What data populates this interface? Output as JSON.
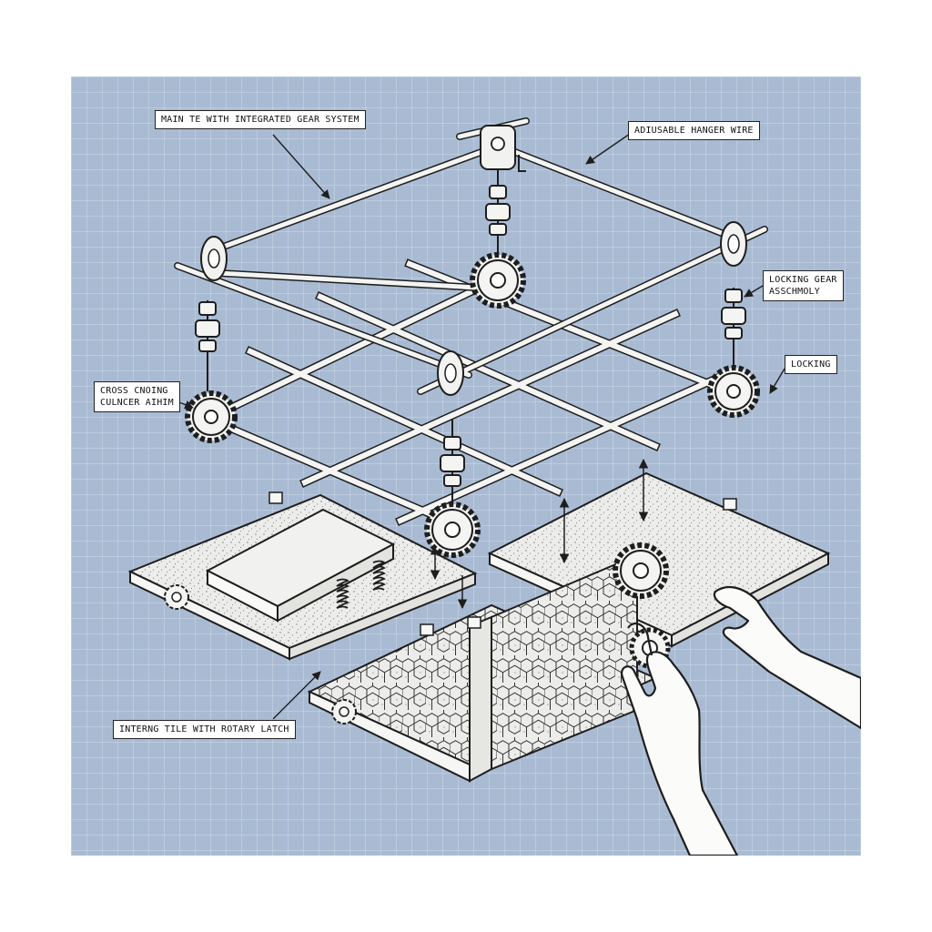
{
  "callouts": {
    "main_tile": "MAIN TE WITH INTEGRATED GEAR SYSTEM",
    "hanger_wire": "ADIUSABLE HANGER WIRE",
    "locking_gear_line1": "LOCKING GEAR",
    "locking_gear_line2": "ASSCHMOLY",
    "locking": "LOCKING",
    "cross_line1": "CROSS CNOING",
    "cross_line2": "CULNCER AIHIM",
    "rotary_latch": "INTERNG TILE WITH ROTARY LATCH"
  },
  "colors": {
    "grid_background": "#a9bbd3",
    "line": "#1e1e1e",
    "part_fill": "#f4f4f2",
    "tile_fill": "#e9e9e6"
  }
}
